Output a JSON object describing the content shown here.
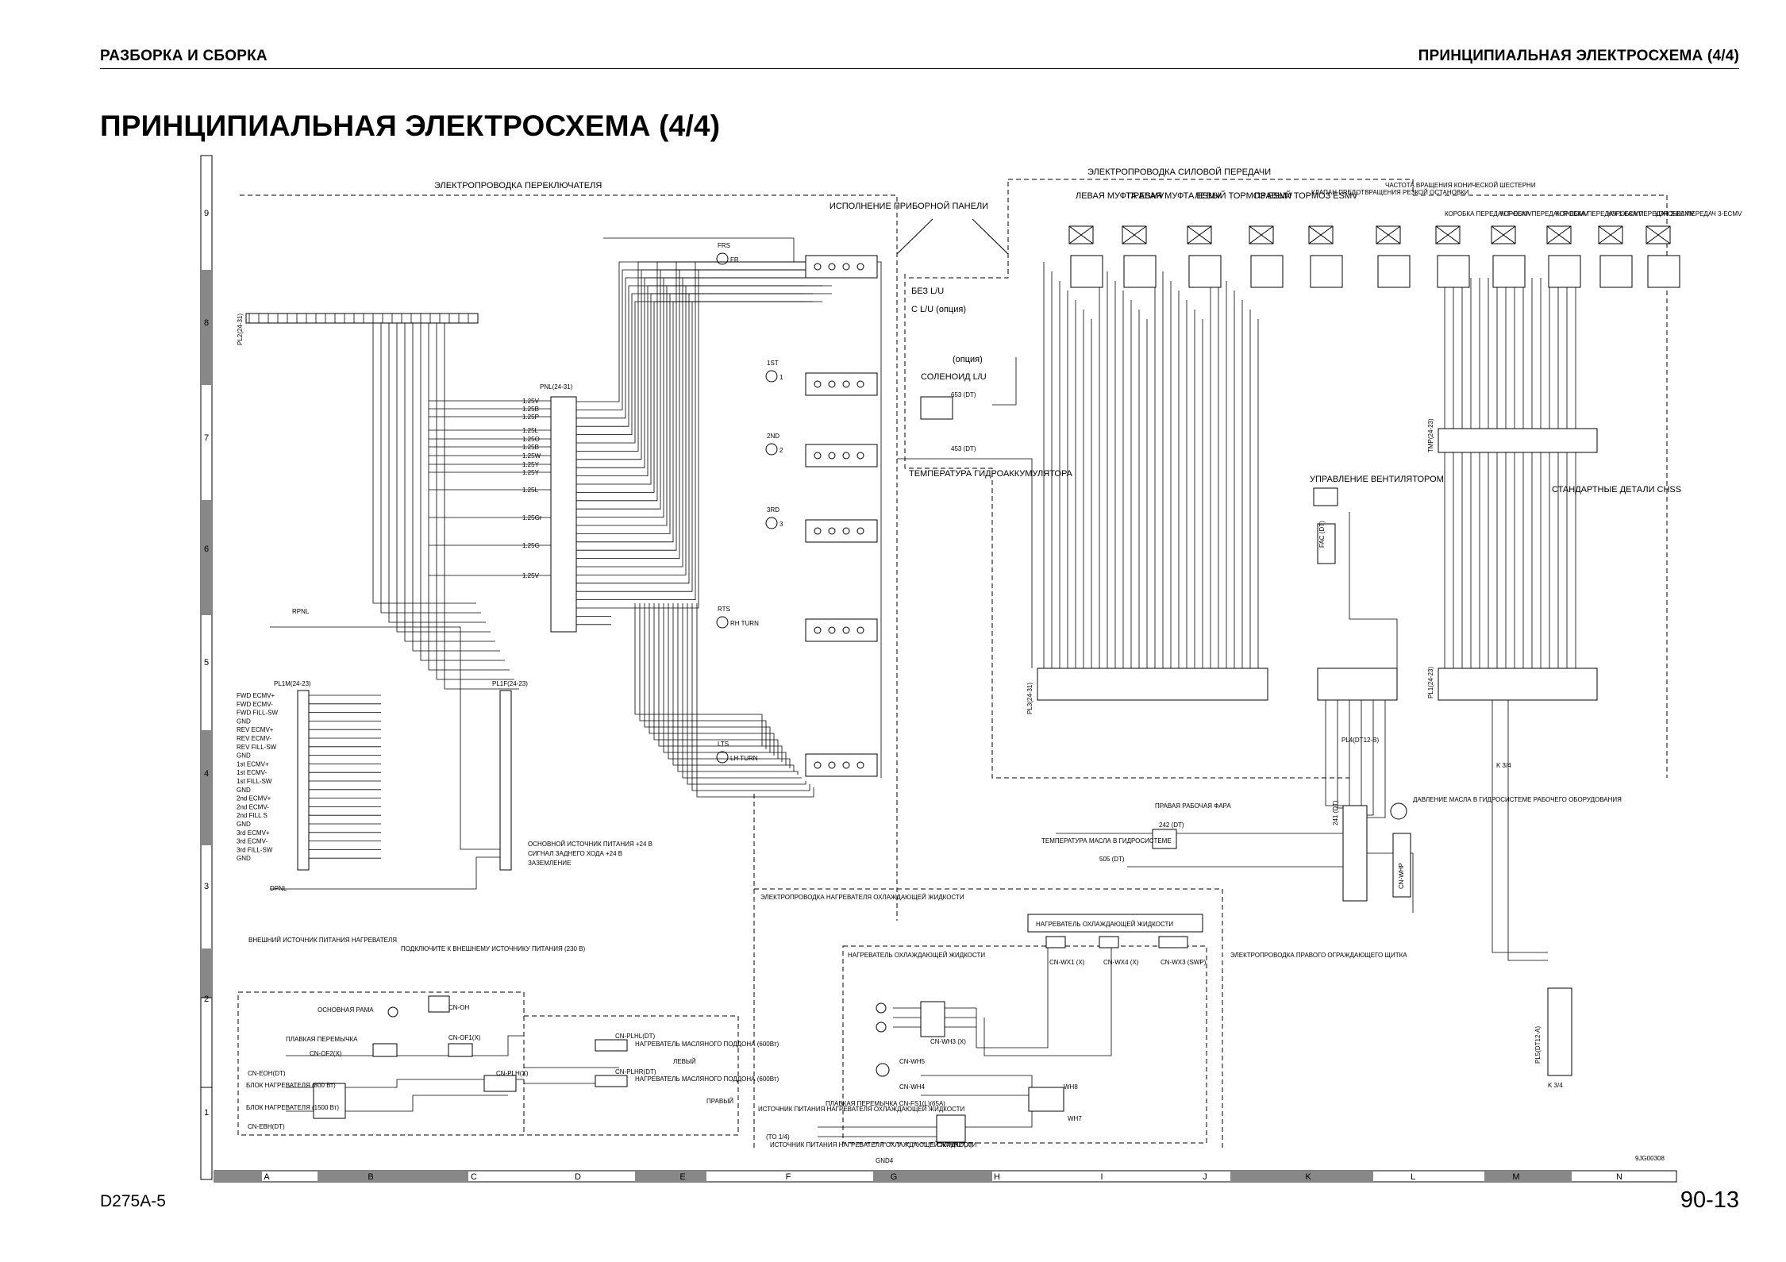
{
  "header": {
    "left": "РАЗБОРКА И СБОРКА",
    "right": "ПРИНЦИПИАЛЬНАЯ ЭЛЕКТРОСХЕМА (4/4)"
  },
  "title": "ПРИНЦИПИАЛЬНАЯ ЭЛЕКТРОСХЕМА (4/4)",
  "footer": {
    "model": "D275A-5",
    "page": "90-13"
  },
  "grid": {
    "rows": [
      "9",
      "8",
      "7",
      "6",
      "5",
      "4",
      "3",
      "2",
      "1"
    ],
    "cols": [
      "A",
      "B",
      "C",
      "D",
      "E",
      "F",
      "G",
      "H",
      "I",
      "J",
      "K",
      "L",
      "M",
      "N"
    ]
  },
  "labels": {
    "switch_wiring": "ЭЛЕКТРОПРОВОДКА ПЕРЕКЛЮЧАТЕЛЯ",
    "panel_version": "ИСПОЛНЕНИЕ ПРИБОРНОЙ ПАНЕЛИ",
    "power_train_wiring": "ЭЛЕКТРОПРОВОДКА СИЛОВОЙ ПЕРЕДАЧИ",
    "left_clutch": "ЛЕВАЯ МУФТА ESMV",
    "right_clutch": "ПРАВАЯ МУФТА ESMV",
    "left_brake": "ЛЕВЫЙ ТОРМОЗ ESMV",
    "right_brake": "ПРАВЫЙ ТОРМОЗ ESMV",
    "emergency_valve": "КЛАПАН ПРЕДОТВРАЩЕНИЯ РЕЗКОЙ ОСТАНОВКИ",
    "bevel_speed": "ЧАСТОТА ВРАЩЕНИЯ КОНИЧЕСКОЙ ШЕСТЕРНИ",
    "gearbox_f": "КОРОБКА ПЕРЕДАЧ F-ECMV",
    "gearbox_r": "КОРОБКА ПЕРЕДАЧ R-ECMV",
    "gearbox_1": "КОРОБКА ПЕРЕДАЧ 1-ECMV",
    "gearbox_2": "КОРОБКА ПЕРЕДАЧ 2-ECMV",
    "gearbox_3": "КОРОБКА ПЕРЕДАЧ 3-ECMV",
    "no_lu": "БЕЗ L/U",
    "with_lu": "С L/U (опция)",
    "option": "(опция)",
    "lu_solenoid": "СОЛЕНОИД L/U",
    "accum_temp": "ТЕМПЕРАТУРА ГИДРОАККУМУЛЯТОРА",
    "fan_control": "УПРАВЛЕНИЕ ВЕНТИЛЯТОРОМ",
    "std_hss": "СТАНДАРТНЫЕ ДЕТАЛИ CHSS",
    "main_power": "ОСНОВНОЙ ИСТОЧНИК ПИТАНИЯ +24 В",
    "reverse_signal": "СИГНАЛ ЗАДНЕГО ХОДА +24 В",
    "ground": "ЗАЗЕМЛЕНИЕ",
    "right_work_lamp": "ПРАВАЯ РАБОЧАЯ ФАРА",
    "hyd_oil_temp": "ТЕМПЕРАТУРА МАСЛА В ГИДРОСИСТЕМЕ",
    "work_hyd_pressure": "ДАВЛЕНИЕ МАСЛА В ГИДРОСИСТЕМЕ РАБОЧЕГО ОБОРУДОВАНИЯ",
    "ext_heater_supply": "ВНЕШНИЙ ИСТОЧНИК ПИТАНИЯ НАГРЕВАТЕЛЯ",
    "connect_ext": "ПОДКЛЮЧИТЕ К ВНЕШНЕМУ ИСТОЧНИКУ ПИТАНИЯ (230 В)",
    "main_frame": "ОСНОВНАЯ РАМА",
    "fuse_link": "ПЛАВКАЯ ПЕРЕМЫЧКА",
    "heater_block_800": "БЛОК НАГРЕВАТЕЛЯ (800 Вт)",
    "heater_block_1500": "БЛОК НАГРЕВАТЕЛЯ (1500 Вт)",
    "pan_heater_l": "НАГРЕВАТЕЛЬ МАСЛЯНОГО ПОДДОНА (600Вт)",
    "pan_heater_r": "НАГРЕВАТЕЛЬ МАСЛЯНОГО ПОДДОНА (600Вт)",
    "left": "ЛЕВЫЙ",
    "right": "ПРАВЫЙ",
    "coolant_heater_wiring": "ЭЛЕКТРОПРОВОДКА НАГРЕВАТЕЛЯ ОХЛАЖДАЮЩЕЙ ЖИДКОСТИ",
    "coolant_heater": "НАГРЕВАТЕЛЬ ОХЛАЖДАЮЩЕЙ ЖИДКОСТИ",
    "coolant_heater2": "НАГРЕВАТЕЛЬ ОХЛАЖДАЮЩЕЙ ЖИДКОСТИ",
    "right_guard_wiring": "ЭЛЕКТРОПРОВОДКА ПРАВОГО ОГРАЖДАЮЩЕГО ЩИТКА",
    "coolant_supply": "ИСТОЧНИК ПИТАНИЯ НАГРЕВАТЕЛЯ ОХЛАЖДАЮЩЕЙ ЖИДКОСТИ",
    "coolant_supply2": "ИСТОЧНИК ПИТАНИЯ НАГРЕВАТЕЛЯ ОХЛАЖДАЮЩЕЙ ЖИДКОСТИ",
    "fuse_link_65a": "ПЛАВКАЯ ПЕРЕМЫЧКА CN-FS1(L)(65A)",
    "k34": "K 3/4",
    "drawing_no": "9JG00308"
  },
  "connectors": {
    "pl2": "PL2(24-31)",
    "pnl": "PNL(24-31)",
    "rpnl": "RPNL",
    "pl1m": "PL1M(24-23)",
    "pl1f": "PL1F(24-23)",
    "dpnl": "DPNL",
    "pl3": "PL3(24-31)",
    "pl4": "PL4(DT12-B)",
    "pl1": "PL1(24-23)",
    "tmp": "TMP(24-23)",
    "pl5": "PL5(DT12-A)",
    "cn_oh": "CN-OH",
    "cn_of2": "CN-OF2(X)",
    "cn_of1": "CN-OF1(X)",
    "cn_eoh": "CN-EOH(DT)",
    "cn_ebh": "CN-EBH(DT)",
    "cn_plh": "CN-PLH(X)",
    "cn_plhl": "CN-PLHL(DT)",
    "cn_plhr": "CN-PLHR(DT)",
    "cn_wx1": "CN-WX1 (X)",
    "cn_wx4": "CN-WX4 (X)",
    "cn_wx3": "CN-WX3 (SWP)",
    "cn_wh3": "CN-WH3 (X)",
    "cn_wh5": "CN-WH5",
    "cn_wh4": "CN-WH4",
    "cn_wh2": "CN-WH2 (X)",
    "cn_wh8": "WH8",
    "cn_wh7": "WH7",
    "gnd4": "GND4",
    "to14": "(TO 1/4)",
    "c653": "653 (DT)",
    "c453": "453 (DT)",
    "c242": "242 (DT)",
    "c505": "505 (DT)",
    "c241": "241 (DT)",
    "fac": "FAC (DT)",
    "cn_whp": "CN-WHP"
  },
  "pl1m_pins": [
    "FWD ECMV+",
    "FWD ECMV-",
    "FWD FILL-SW",
    "GND",
    "REV ECMV+",
    "REV ECMV-",
    "REV FILL-SW",
    "GND",
    "1st ECMV+",
    "1st ECMV-",
    "1st FILL-SW",
    "GND",
    "2nd ECMV+",
    "2nd ECMV-",
    "2nd FILL S",
    "GND",
    "3rd ECMV+",
    "3rd ECMV-",
    "3rd FILL-SW",
    "GND"
  ],
  "pnl_wires": [
    "1.25V",
    "1.25B",
    "1.25P",
    "1.25L",
    "1.25O",
    "1.25B",
    "1.25W",
    "1.25Y",
    "1.25Y",
    "1.25L",
    "1.25Gr",
    "1.25G",
    "1.25V"
  ],
  "indicators": [
    {
      "id": "FRS",
      "sub": "FR"
    },
    {
      "id": "1ST",
      "sub": "1"
    },
    {
      "id": "2ND",
      "sub": "2"
    },
    {
      "id": "3RD",
      "sub": "3"
    },
    {
      "id": "RTS",
      "sub": "RH TURN"
    },
    {
      "id": "LTS",
      "sub": "LH TURN"
    }
  ]
}
